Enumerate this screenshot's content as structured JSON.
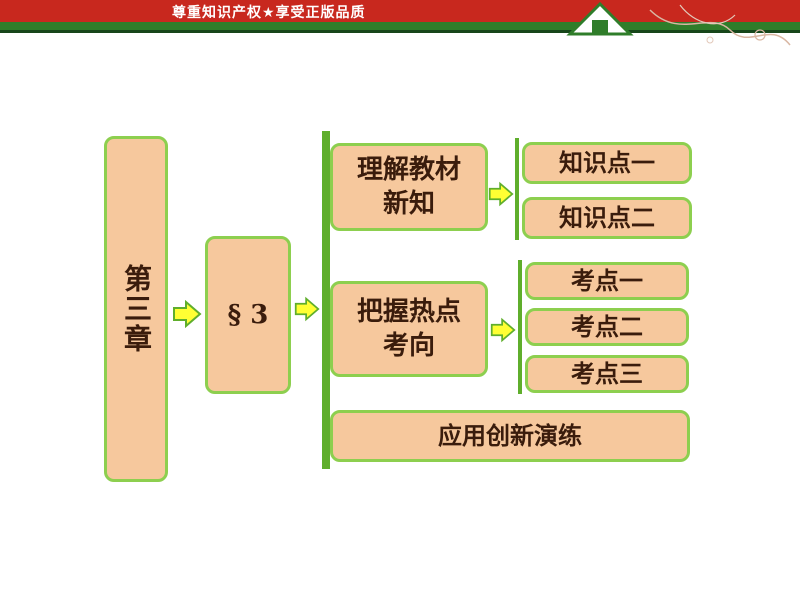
{
  "header": {
    "slogan": "尊重知识产权★享受正版品质"
  },
  "chapter": {
    "label": "第三章"
  },
  "section": {
    "label": "§ 3"
  },
  "branches": [
    {
      "label": "理解教材新知",
      "children": [
        "知识点一",
        "知识点二"
      ]
    },
    {
      "label": "把握热点考向",
      "children": [
        "考点一",
        "考点二",
        "考点三"
      ]
    },
    {
      "label": "应用创新演练",
      "children": []
    }
  ],
  "colors": {
    "box_fill": "#f6c89d",
    "box_border": "#8dcf4f",
    "bar": "#5fae2c",
    "arrow_fill": "#ffff33",
    "arrow_stroke": "#5fae2c"
  }
}
